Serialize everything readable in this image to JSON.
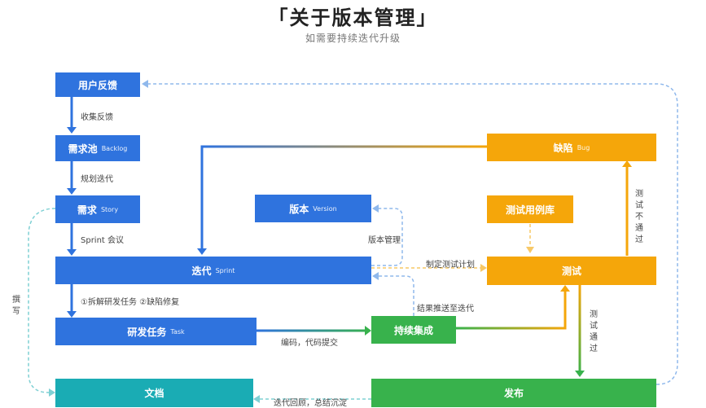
{
  "header": {
    "title": "「关于版本管理」",
    "subtitle": "如需要持续迭代升级"
  },
  "nodes": {
    "user_feedback": {
      "label": "用户反馈",
      "sub": ""
    },
    "backlog": {
      "label": "需求池",
      "sub": "Backlog"
    },
    "story": {
      "label": "需求",
      "sub": "Story"
    },
    "sprint": {
      "label": "迭代",
      "sub": "Sprint"
    },
    "task": {
      "label": "研发任务",
      "sub": "Task"
    },
    "ci": {
      "label": "持续集成",
      "sub": ""
    },
    "docs": {
      "label": "文档",
      "sub": ""
    },
    "release": {
      "label": "发布",
      "sub": ""
    },
    "version": {
      "label": "版本",
      "sub": "Version"
    },
    "bug": {
      "label": "缺陷",
      "sub": "Bug"
    },
    "testcase_lib": {
      "label": "测试用例库",
      "sub": ""
    },
    "test": {
      "label": "测试",
      "sub": ""
    }
  },
  "edges": {
    "collect_feedback": "收集反馈",
    "plan_sprint": "规划迭代",
    "sprint_meeting": "Sprint 会议",
    "split_tasks": "①拆解研发任务  ②缺陷修复",
    "code_commit": "编码，代码提交",
    "make_test_plan": "制定测试计划",
    "push_results": "结果推送至迭代",
    "version_mgmt": "版本管理",
    "sprint_review": "迭代回顾，总结沉淀",
    "write": "撰写",
    "test_passed": "测试通过",
    "test_not_passed": "测试不通过"
  },
  "colors": {
    "blue": "#2f73de",
    "orange": "#f5a60a",
    "green": "#38b24c",
    "teal": "#1aacb4",
    "dashed_blue": "#8fb8ec",
    "dashed_orange": "#f7c867",
    "dashed_teal": "#7fd0d4"
  }
}
